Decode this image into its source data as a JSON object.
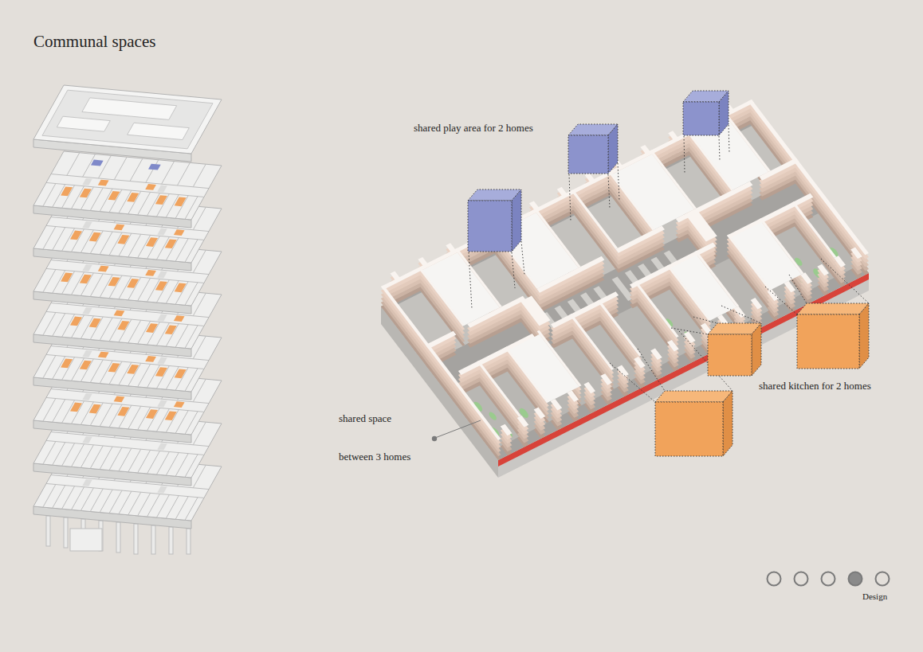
{
  "diagram": {
    "title": "Communal spaces",
    "labels": [
      "shared play area for 2 homes",
      "shared kitchen for 2 homes",
      "shared space",
      "between 3 homes",
      "Design"
    ]
  }
}
